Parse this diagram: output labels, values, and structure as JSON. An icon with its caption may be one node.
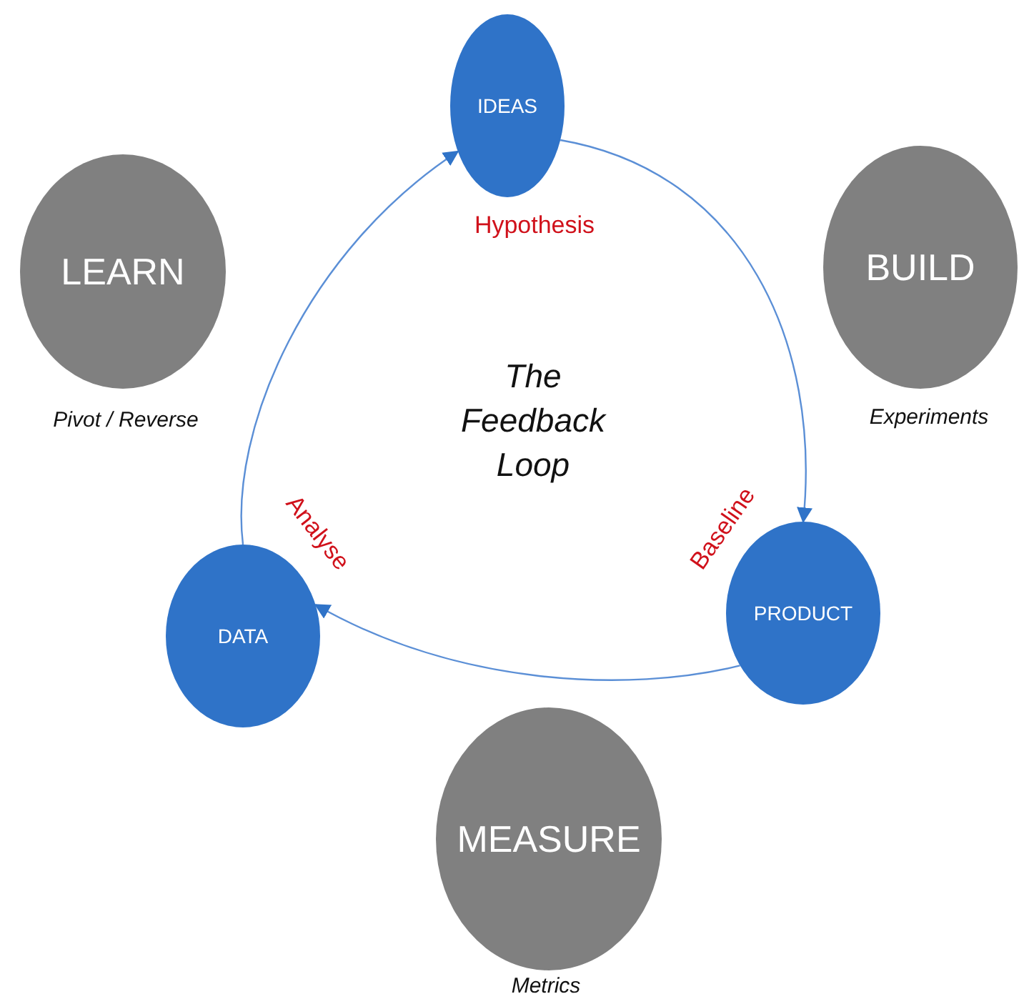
{
  "diagram": {
    "nodes": [
      {
        "text": [
          "IDEAS"
        ],
        "beside": [
          "Hypothesis"
        ]
      },
      {
        "text": [
          "LEARN"
        ],
        "beside": [
          "Pivot / Reverse"
        ]
      },
      {
        "text": [
          "BUILD"
        ],
        "beside": [
          "Experiments"
        ]
      },
      {
        "text": [
          "PRODUCT"
        ],
        "beside": [
          "Baseline"
        ]
      },
      {
        "text": [
          "DATA"
        ],
        "beside": [
          "Analyse"
        ]
      },
      {
        "text": [
          "MEASURE"
        ],
        "beside": [
          "Metrics"
        ]
      }
    ],
    "edges": [
      {
        "from": 0,
        "to": 3,
        "arrow": "to"
      },
      {
        "from": 3,
        "to": 4,
        "arrow": "to"
      },
      {
        "from": 4,
        "to": 0,
        "arrow": "to"
      }
    ],
    "labels": [
      "The Feedback Loop"
    ]
  }
}
